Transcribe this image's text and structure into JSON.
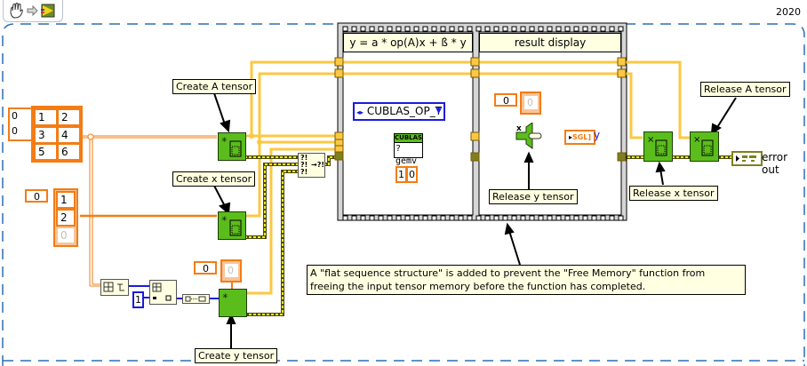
{
  "toolbar": {
    "icons": [
      "hand-tool-icon",
      "step-arrow-icon",
      "block-diagram-icon"
    ]
  },
  "version_label": "2020",
  "sequence": {
    "frame1_title": "y = a * op(A)x + ß * y",
    "frame2_title": "result display"
  },
  "arrays": {
    "A": {
      "index": [
        "0",
        "0"
      ],
      "values": [
        "1",
        "2",
        "3",
        "4",
        "5",
        "6"
      ]
    },
    "x": {
      "index": "0",
      "values": [
        "1",
        "2",
        "0"
      ]
    },
    "y_input": {
      "index": "0",
      "value": "0"
    },
    "y_output": {
      "index": "0",
      "value": "0"
    }
  },
  "nodes": {
    "cublas_enum": "CUBLAS_OP_T",
    "cublas_header": "CUBLAS",
    "cublas_func": "?gemv",
    "gemv_consts": [
      "1",
      "0"
    ],
    "size_const": "1",
    "y_indicator_type": "SGL",
    "y_indicator_label": "y",
    "error_out_label": "error out",
    "release_y_x_label": "x"
  },
  "labels": {
    "create_a": "Create A tensor",
    "create_x": "Create x tensor",
    "create_y": "Create y tensor",
    "release_a": "Release A tensor",
    "release_x": "Release x tensor",
    "release_y": "Release y tensor",
    "comment": "A \"flat sequence structure\" is added to prevent the \"Free Memory\" function from freeing the input tensor memory before the function has completed."
  },
  "colors": {
    "tensor_wire": "#fbc843",
    "numeric_wire": "#f47c14",
    "error_wire": "#7f7f1f",
    "int_wire": "#1a1ae0",
    "node_green": "#5bbd1c",
    "note_bg": "#ffffe1"
  }
}
